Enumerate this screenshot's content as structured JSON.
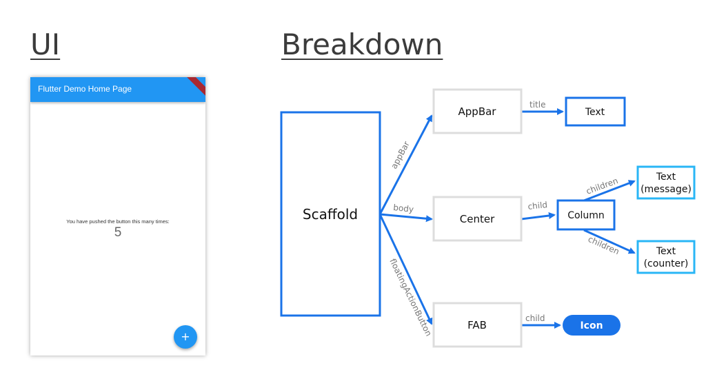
{
  "headings": {
    "ui": "UI",
    "breakdown": "Breakdown"
  },
  "phone": {
    "appbar_title": "Flutter Demo Home Page",
    "message": "You have pushed the button this many times:",
    "counter": "5",
    "fab_icon": "+"
  },
  "diagram": {
    "nodes": {
      "scaffold": "Scaffold",
      "appbar": "AppBar",
      "center": "Center",
      "fab": "FAB",
      "appbar_text": "Text",
      "column": "Column",
      "text_message_line1": "Text",
      "text_message_line2": "(message)",
      "text_counter_line1": "Text",
      "text_counter_line2": "(counter)",
      "icon": "Icon"
    },
    "edges": {
      "appbar": "appBar",
      "body": "body",
      "fab": "floatingActionButton",
      "title": "title",
      "center_child": "child",
      "children_top": "children",
      "children_bottom": "children",
      "fab_child": "child"
    }
  },
  "colors": {
    "primary_blue": "#2196f3",
    "diagram_blue": "#1a73e8",
    "light_blue": "#29b6f6",
    "grey_border": "#dddddd"
  }
}
